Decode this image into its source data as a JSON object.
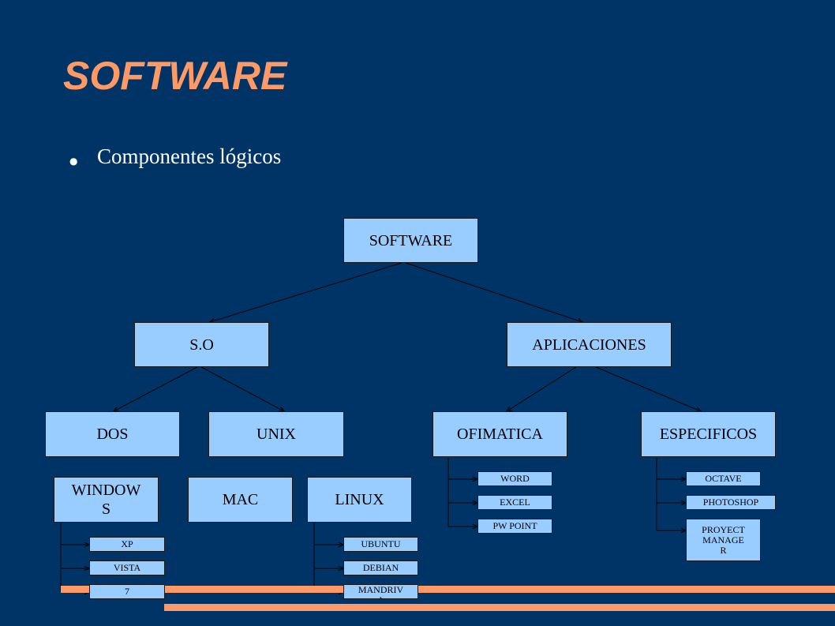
{
  "slide": {
    "title": "SOFTWARE",
    "bullet": "●",
    "subtitle": "Componentes lógicos"
  },
  "tree": {
    "root": "SOFTWARE",
    "so": "S.O",
    "aplicaciones": "APLICACIONES",
    "dos": "DOS",
    "unix": "UNIX",
    "ofimatica": "OFIMATICA",
    "especificos": "ESPECIFICOS",
    "windows": "WINDOW\nS",
    "mac": "MAC",
    "linux": "LINUX",
    "windows_versions": [
      "XP",
      "VISTA",
      "7"
    ],
    "linux_distros": [
      "UBUNTU",
      "DEBIAN",
      "MANDRIV\nA"
    ],
    "ofimatica_apps": [
      "WORD",
      "EXCEL",
      "PW POINT"
    ],
    "especificos_apps": [
      "OCTAVE",
      "PHOTOSHOP",
      "PROYECT\nMANAGE\nR"
    ]
  },
  "colors": {
    "background": "#003466",
    "accent": "#ff9966",
    "node_fill": "#99ccff"
  }
}
